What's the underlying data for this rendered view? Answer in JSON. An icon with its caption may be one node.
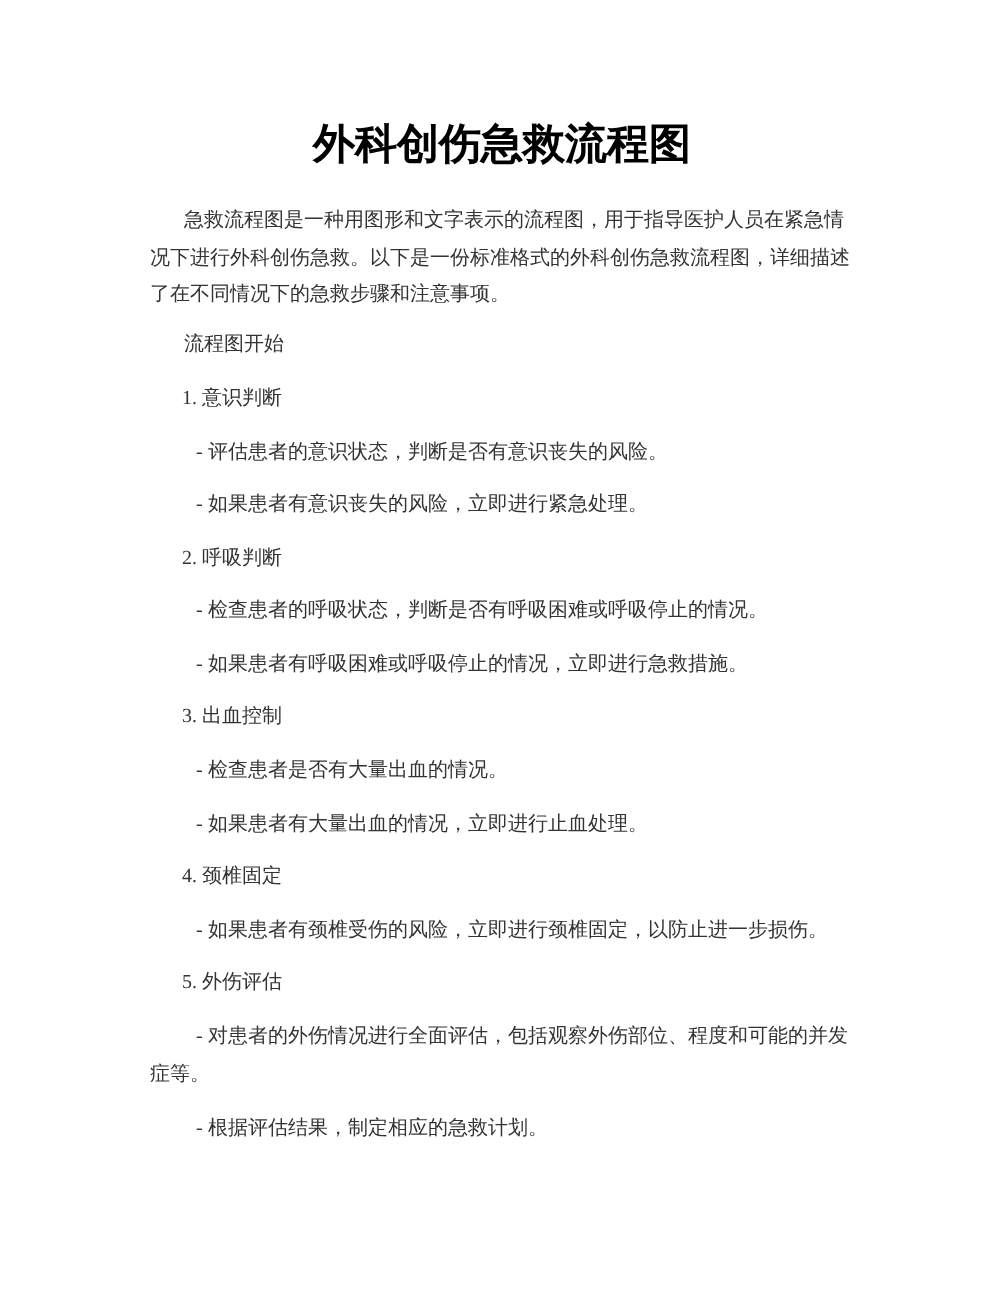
{
  "diagram": {
    "title": "外科创伤急救流程图",
    "labels": [
      "急救流程图是一种用图形和文字表示的流程图，用于指导医护人员在紧急情况下进行外科创伤急救。以下是一份标准格式的外科创伤急救流程图，详细描述了在不同情况下的急救步骤和注意事项。",
      "流程图开始",
      "1. 意识判断",
      "- 评估患者的意识状态，判断是否有意识丧失的风险。",
      "- 如果患者有意识丧失的风险，立即进行紧急处理。",
      "2. 呼吸判断",
      "- 检查患者的呼吸状态，判断是否有呼吸困难或呼吸停止的情况。",
      "- 如果患者有呼吸困难或呼吸停止的情况，立即进行急救措施。",
      "3. 出血控制",
      "- 检查患者是否有大量出血的情况。",
      "- 如果患者有大量出血的情况，立即进行止血处理。",
      "4. 颈椎固定",
      "- 如果患者有颈椎受伤的风险，立即进行颈椎固定，以防止进一步损伤。",
      "5. 外伤评估",
      "- 对患者的外伤情况进行全面评估，包括观察外伤部位、程度和可能的并发症等。",
      "- 根据评估结果，制定相应的急救计划。"
    ]
  }
}
